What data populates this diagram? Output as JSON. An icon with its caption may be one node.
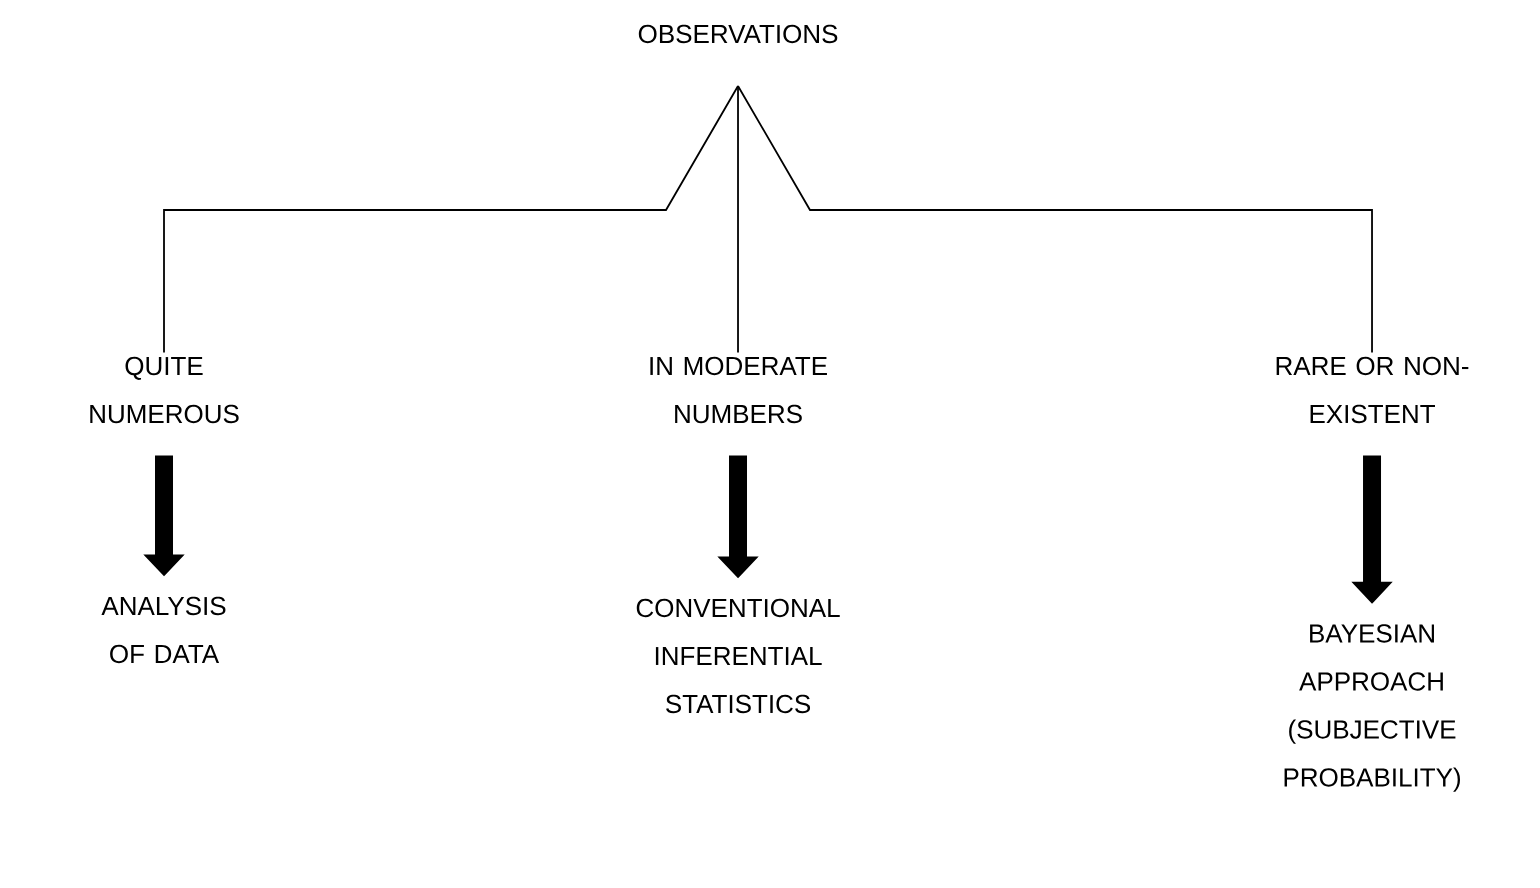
{
  "diagram": {
    "nodes": [
      {
        "text": [
          "OBSERVATIONS"
        ]
      },
      {
        "text": [
          "QUITE NUMEROUS"
        ]
      },
      {
        "text": [
          "IN MODERATE NUMBERS"
        ]
      },
      {
        "text": [
          "RARE OR NON-EXISTENT"
        ]
      },
      {
        "text": [
          "ANALYSIS OF DATA"
        ]
      },
      {
        "text": [
          "CONVENTIONAL INFERENTIAL STATISTICS"
        ]
      },
      {
        "text": [
          "BAYESIAN APPROACH (SUBJECTIVE PROBABILITY)"
        ]
      }
    ],
    "edges": [
      {
        "from": 0,
        "to": 1,
        "arrow": "none"
      },
      {
        "from": 0,
        "to": 2,
        "arrow": "none"
      },
      {
        "from": 0,
        "to": 3,
        "arrow": "none"
      },
      {
        "from": 1,
        "to": 4,
        "arrow": "to",
        "style": "thick"
      },
      {
        "from": 2,
        "to": 5,
        "arrow": "to",
        "style": "thick"
      },
      {
        "from": 3,
        "to": 6,
        "arrow": "to",
        "style": "thick"
      }
    ]
  }
}
